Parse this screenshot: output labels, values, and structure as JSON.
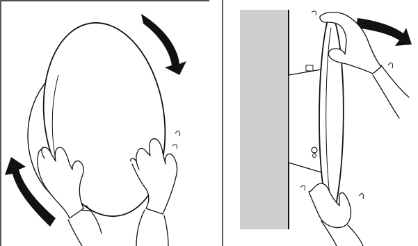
{
  "figure": {
    "panels": [
      {
        "id": "left",
        "scene": "hands-rotating-round-mirror-clockwise"
      },
      {
        "id": "right",
        "scene": "hands-tilting-mirror-off-wall-bracket"
      }
    ]
  },
  "colors": {
    "background": "#ffffff",
    "line": "#111111",
    "wall": "#cfcfcf",
    "arrow": "#111111"
  }
}
